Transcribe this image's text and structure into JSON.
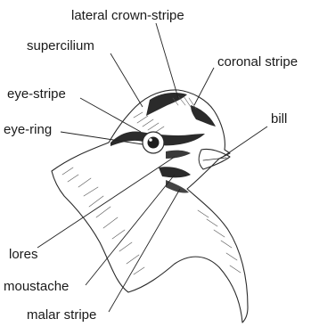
{
  "labels": {
    "lateral_crown_stripe": "lateral crown-stripe",
    "supercilium": "supercilium",
    "coronal_stripe": "coronal stripe",
    "eye_stripe": "eye-stripe",
    "bill": "bill",
    "eye_ring": "eye-ring",
    "lores": "lores",
    "moustache": "moustache",
    "malar_stripe": "malar stripe"
  },
  "colors": {
    "text": "#1a1a1a",
    "ink": "#2a2a2a",
    "dark_stripe": "#2b2b2b",
    "background": "#ffffff"
  }
}
